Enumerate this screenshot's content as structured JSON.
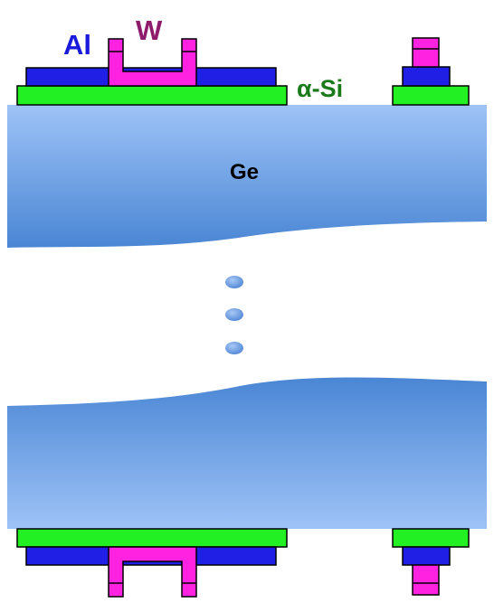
{
  "labels": {
    "aluminum": "Al",
    "tungsten": "W",
    "amorphous_silicon": "α-Si",
    "germanium": "Ge"
  },
  "colors": {
    "aluminum": "#1f1fe6",
    "tungsten": "#ff22e0",
    "amorphous_silicon": "#22f022",
    "germanium_light": "#9ec3f7",
    "germanium_dark": "#4a86d4",
    "dot": "#6c9fe3",
    "label_al": "#1a1adb",
    "label_w": "#8e1c6c",
    "label_si": "#1a7a1a",
    "label_ge": "#000000",
    "outline": "#000000"
  },
  "ellipsis_dot_count": 3
}
